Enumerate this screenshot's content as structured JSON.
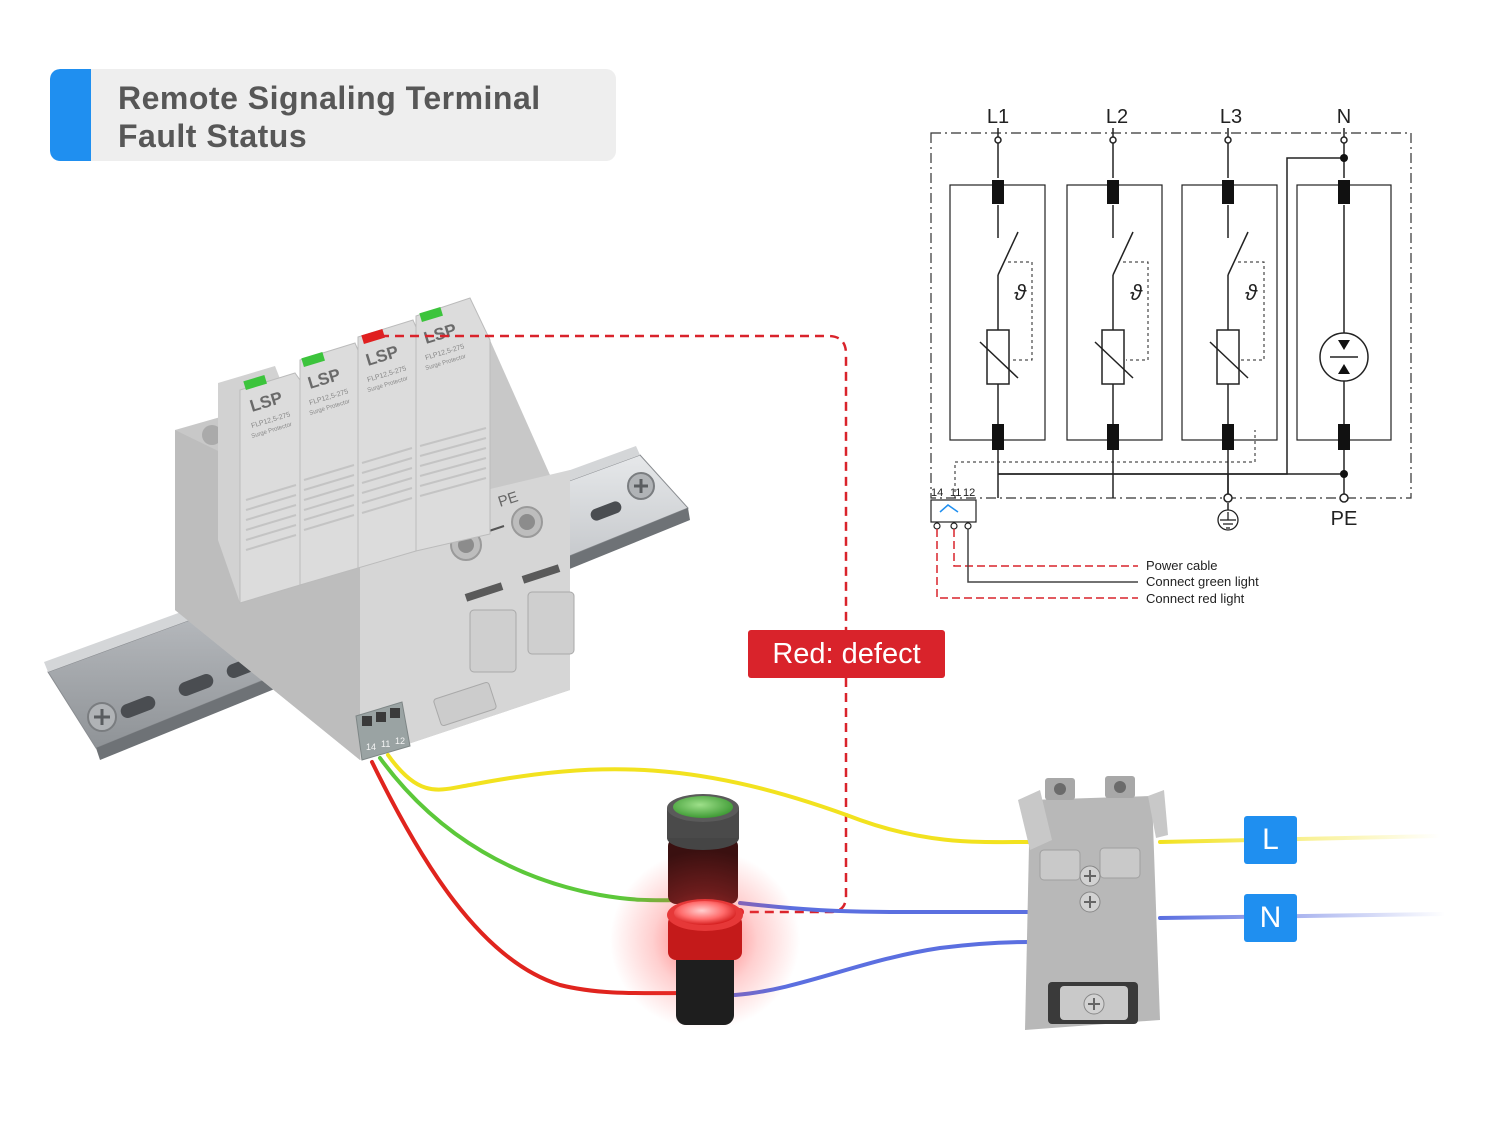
{
  "title": {
    "line1": "Remote Signaling Terminal",
    "line2": "Fault Status"
  },
  "labels": {
    "defect": "Red: defect",
    "terminal_L": "L",
    "terminal_N": "N"
  },
  "device": {
    "brand": "LSP",
    "model": "FLP12,5-275",
    "subtitle": "Surge Protector",
    "pe_label": "PE",
    "signal_terminals": [
      "14",
      "11",
      "12"
    ]
  },
  "schematic": {
    "phases": [
      "L1",
      "L2",
      "L3",
      "N"
    ],
    "pe_label": "PE",
    "terminal_numbers": [
      "14",
      "11",
      "12"
    ],
    "thermal_symbol": "ϑ",
    "legend": [
      "Power cable",
      "Connect green light",
      "Connect red light"
    ]
  },
  "colors": {
    "accent_blue": "#1f8ff0",
    "defect_red": "#d9232b",
    "wire_yellow": "#f2e21f",
    "wire_green": "#5cc83a",
    "wire_red": "#e0241e",
    "wire_blue": "#5b6fe0",
    "status_ok_green": "#3cc43c",
    "status_fault_red": "#e02020"
  },
  "icons": [
    "ground-icon",
    "spark-gap-icon",
    "varistor-icon",
    "thermal-disconnect-icon"
  ]
}
